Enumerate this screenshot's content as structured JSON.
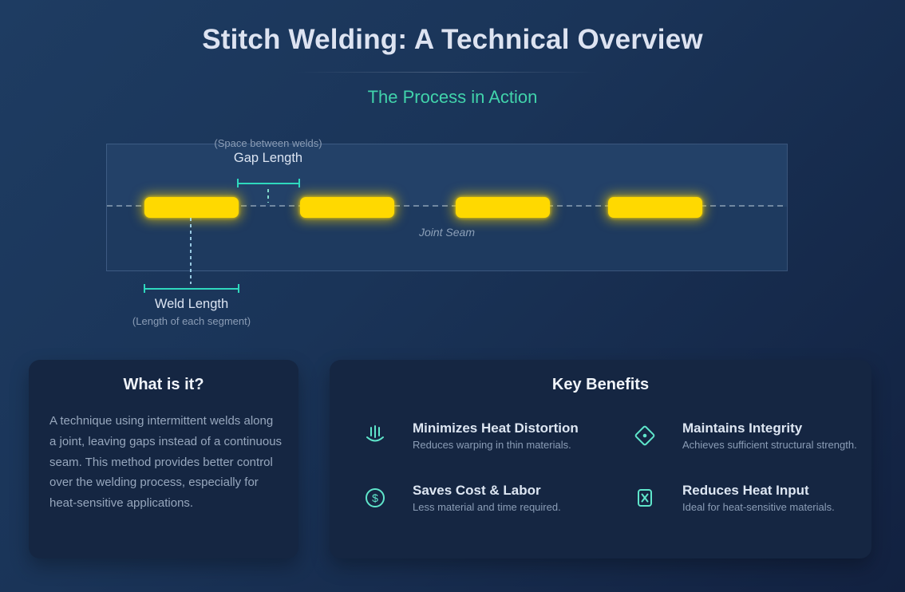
{
  "header": {
    "title": "Stitch Welding: A Technical Overview",
    "section_title": "The Process in Action"
  },
  "diagram": {
    "gap_annotation": {
      "note": "(Space between welds)",
      "label": "Gap Length"
    },
    "weld_annotation": {
      "label": "Weld Length",
      "note": "(Length of each segment)"
    },
    "seam_label": "Joint Seam",
    "weld_segment_count": 4
  },
  "what_card": {
    "title": "What is it?",
    "body": "A technique using intermittent welds along a joint, leaving gaps instead of a continuous seam. This method provides better control over the welding process, especially for heat-sensitive applications."
  },
  "benefits_card": {
    "title": "Key Benefits",
    "items": [
      {
        "icon": "heat-distortion-icon",
        "title": "Minimizes Heat Distortion",
        "subtitle": "Reduces warping in thin materials."
      },
      {
        "icon": "integrity-icon",
        "title": "Maintains Integrity",
        "subtitle": "Achieves sufficient structural strength."
      },
      {
        "icon": "cost-icon",
        "title": "Saves Cost & Labor",
        "subtitle": "Less material and time required."
      },
      {
        "icon": "heat-input-icon",
        "title": "Reduces Heat Input",
        "subtitle": "Ideal for heat-sensitive materials."
      }
    ]
  },
  "colors": {
    "accent_teal": "#2fd8bd",
    "subtitle_teal": "#41d3ab",
    "weld_yellow": "#ffd900",
    "page_bg_top": "#1e3c62",
    "page_bg_bottom": "#122140",
    "card_bg": "#152642",
    "plate_top": "#234168",
    "plate_bottom": "#1e3a5f"
  }
}
